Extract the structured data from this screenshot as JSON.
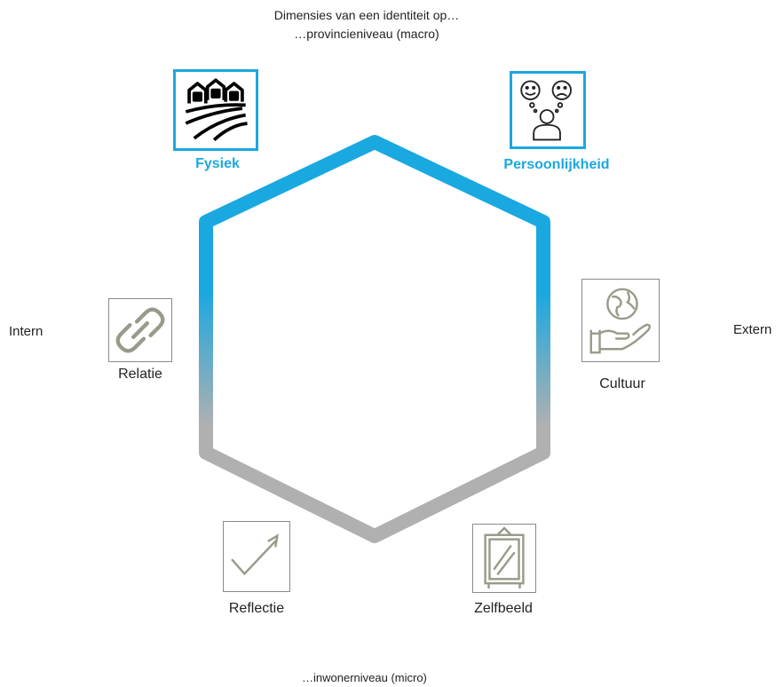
{
  "title": {
    "line1": "Dimensies van een identiteit op…",
    "line2": "…provincieniveau (macro)"
  },
  "bottom_caption": "…inwonerniveau (micro)",
  "axis": {
    "left": "Intern",
    "right": "Extern"
  },
  "colors": {
    "active": "#1aa8e0",
    "inactive": "#b0b0b0",
    "text": "#222222"
  },
  "dimensions": {
    "fysiek": {
      "label": "Fysiek",
      "icon": "village-field-icon",
      "active": true
    },
    "persoonlijkheid": {
      "label": "Persoonlijkheid",
      "icon": "emotions-person-icon",
      "active": true
    },
    "cultuur": {
      "label": "Cultuur",
      "icon": "globe-in-hand-icon",
      "active": false
    },
    "relatie": {
      "label": "Relatie",
      "icon": "chain-link-icon",
      "active": false
    },
    "reflectie": {
      "label": "Reflectie",
      "icon": "checkmark-icon",
      "active": false
    },
    "zelfbeeld": {
      "label": "Zelfbeeld",
      "icon": "mirror-icon",
      "active": false
    }
  }
}
